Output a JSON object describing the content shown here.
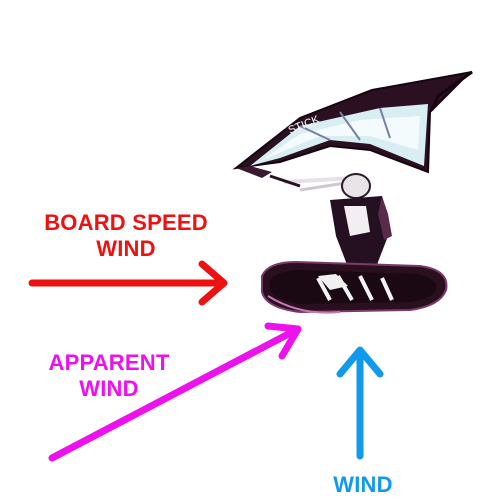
{
  "colors": {
    "board_speed": "#ee1111",
    "apparent": "#ee11ee",
    "wind": "#1199ee",
    "rider_dark": "#221122",
    "wing_light": "#d8eef2"
  },
  "labels": {
    "board_speed": {
      "line1": "BOARD SPEED",
      "line2": "WIND"
    },
    "apparent": {
      "line1": "APPARENT",
      "line2": "WIND"
    },
    "wind": {
      "line1": "WIND"
    }
  },
  "icons": {
    "rider": "wing-foil-rider-illustration"
  }
}
